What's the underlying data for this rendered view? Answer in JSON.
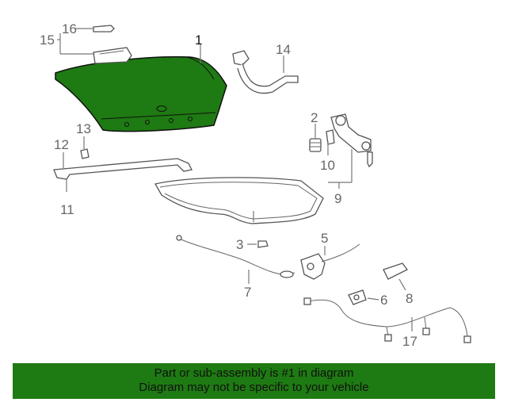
{
  "diagram": {
    "highlight_color": "#1e7a12",
    "callouts": {
      "c1": "1",
      "c2": "2",
      "c3": "3",
      "c5": "5",
      "c6": "6",
      "c7": "7",
      "c8": "8",
      "c9": "9",
      "c10": "10",
      "c11": "11",
      "c12": "12",
      "c13": "13",
      "c14": "14",
      "c15": "15",
      "c16": "16",
      "c17": "17"
    }
  },
  "banner": {
    "line1": "Part or sub-assembly is #1 in diagram",
    "line2": "Diagram may not be specific to your vehicle",
    "color": "#1e7a12"
  }
}
